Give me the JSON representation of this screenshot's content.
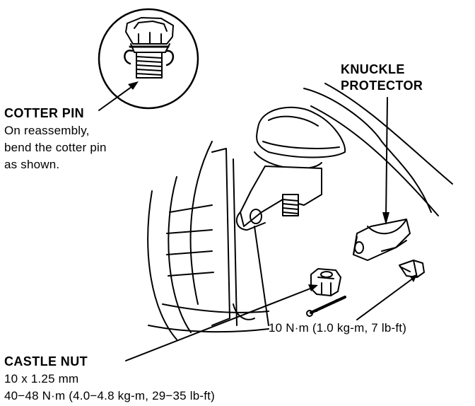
{
  "labels": {
    "cotter_pin": {
      "title": "COTTER PIN",
      "note_line1": "On reassembly,",
      "note_line2": "bend the cotter pin",
      "note_line3": "as shown."
    },
    "knuckle_protector": {
      "line1": "KNUCKLE",
      "line2": "PROTECTOR"
    },
    "bolt_torque": "10 N·m (1.0 kg-m, 7 lb-ft)",
    "castle_nut": {
      "title": "CASTLE NUT",
      "size": "10 x 1.25 mm",
      "torque": "40−48 N·m (4.0−4.8 kg-m, 29−35 lb-ft)"
    }
  },
  "colors": {
    "ink": "#000000",
    "paper": "#ffffff"
  }
}
